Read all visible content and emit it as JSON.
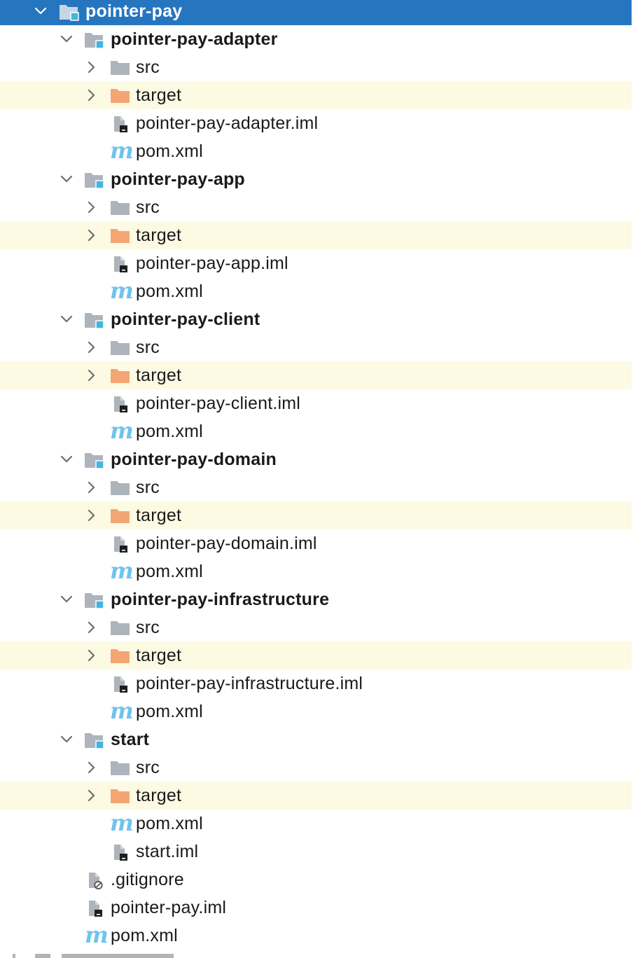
{
  "tree": {
    "root": {
      "label": "pointer-pay",
      "expanded": true,
      "icon": "module-folder-icon"
    },
    "modules": [
      {
        "label": "pointer-pay-adapter",
        "children": [
          {
            "label": "src",
            "type": "folder",
            "icon": "folder-icon"
          },
          {
            "label": "target",
            "type": "excluded-folder",
            "icon": "excluded-folder-icon"
          },
          {
            "label": "pointer-pay-adapter.iml",
            "type": "iml",
            "icon": "iml-file-icon"
          },
          {
            "label": "pom.xml",
            "type": "pom",
            "icon": "maven-icon"
          }
        ]
      },
      {
        "label": "pointer-pay-app",
        "children": [
          {
            "label": "src",
            "type": "folder",
            "icon": "folder-icon"
          },
          {
            "label": "target",
            "type": "excluded-folder",
            "icon": "excluded-folder-icon"
          },
          {
            "label": "pointer-pay-app.iml",
            "type": "iml",
            "icon": "iml-file-icon"
          },
          {
            "label": "pom.xml",
            "type": "pom",
            "icon": "maven-icon"
          }
        ]
      },
      {
        "label": "pointer-pay-client",
        "children": [
          {
            "label": "src",
            "type": "folder",
            "icon": "folder-icon"
          },
          {
            "label": "target",
            "type": "excluded-folder",
            "icon": "excluded-folder-icon"
          },
          {
            "label": "pointer-pay-client.iml",
            "type": "iml",
            "icon": "iml-file-icon"
          },
          {
            "label": "pom.xml",
            "type": "pom",
            "icon": "maven-icon"
          }
        ]
      },
      {
        "label": "pointer-pay-domain",
        "children": [
          {
            "label": "src",
            "type": "folder",
            "icon": "folder-icon"
          },
          {
            "label": "target",
            "type": "excluded-folder",
            "icon": "excluded-folder-icon"
          },
          {
            "label": "pointer-pay-domain.iml",
            "type": "iml",
            "icon": "iml-file-icon"
          },
          {
            "label": "pom.xml",
            "type": "pom",
            "icon": "maven-icon"
          }
        ]
      },
      {
        "label": "pointer-pay-infrastructure",
        "children": [
          {
            "label": "src",
            "type": "folder",
            "icon": "folder-icon"
          },
          {
            "label": "target",
            "type": "excluded-folder",
            "icon": "excluded-folder-icon"
          },
          {
            "label": "pointer-pay-infrastructure.iml",
            "type": "iml",
            "icon": "iml-file-icon"
          },
          {
            "label": "pom.xml",
            "type": "pom",
            "icon": "maven-icon"
          }
        ]
      },
      {
        "label": "start",
        "children": [
          {
            "label": "src",
            "type": "folder",
            "icon": "folder-icon"
          },
          {
            "label": "target",
            "type": "excluded-folder",
            "icon": "excluded-folder-icon"
          },
          {
            "label": "pom.xml",
            "type": "pom",
            "icon": "maven-icon"
          },
          {
            "label": "start.iml",
            "type": "iml",
            "icon": "iml-file-icon"
          }
        ]
      }
    ],
    "root_files": [
      {
        "label": ".gitignore",
        "type": "ignore",
        "icon": "gitignore-file-icon"
      },
      {
        "label": "pointer-pay.iml",
        "type": "iml",
        "icon": "iml-file-icon"
      },
      {
        "label": "pom.xml",
        "type": "pom",
        "icon": "maven-icon"
      }
    ]
  },
  "colors": {
    "selection": "#2675bf",
    "excluded_row": "#fdfae3",
    "folder": "#aeb4bb",
    "excluded_folder": "#f4a574",
    "module_badge": "#40b6e0",
    "maven": "#6fc3ee",
    "chevron": "#6e6e6e"
  }
}
